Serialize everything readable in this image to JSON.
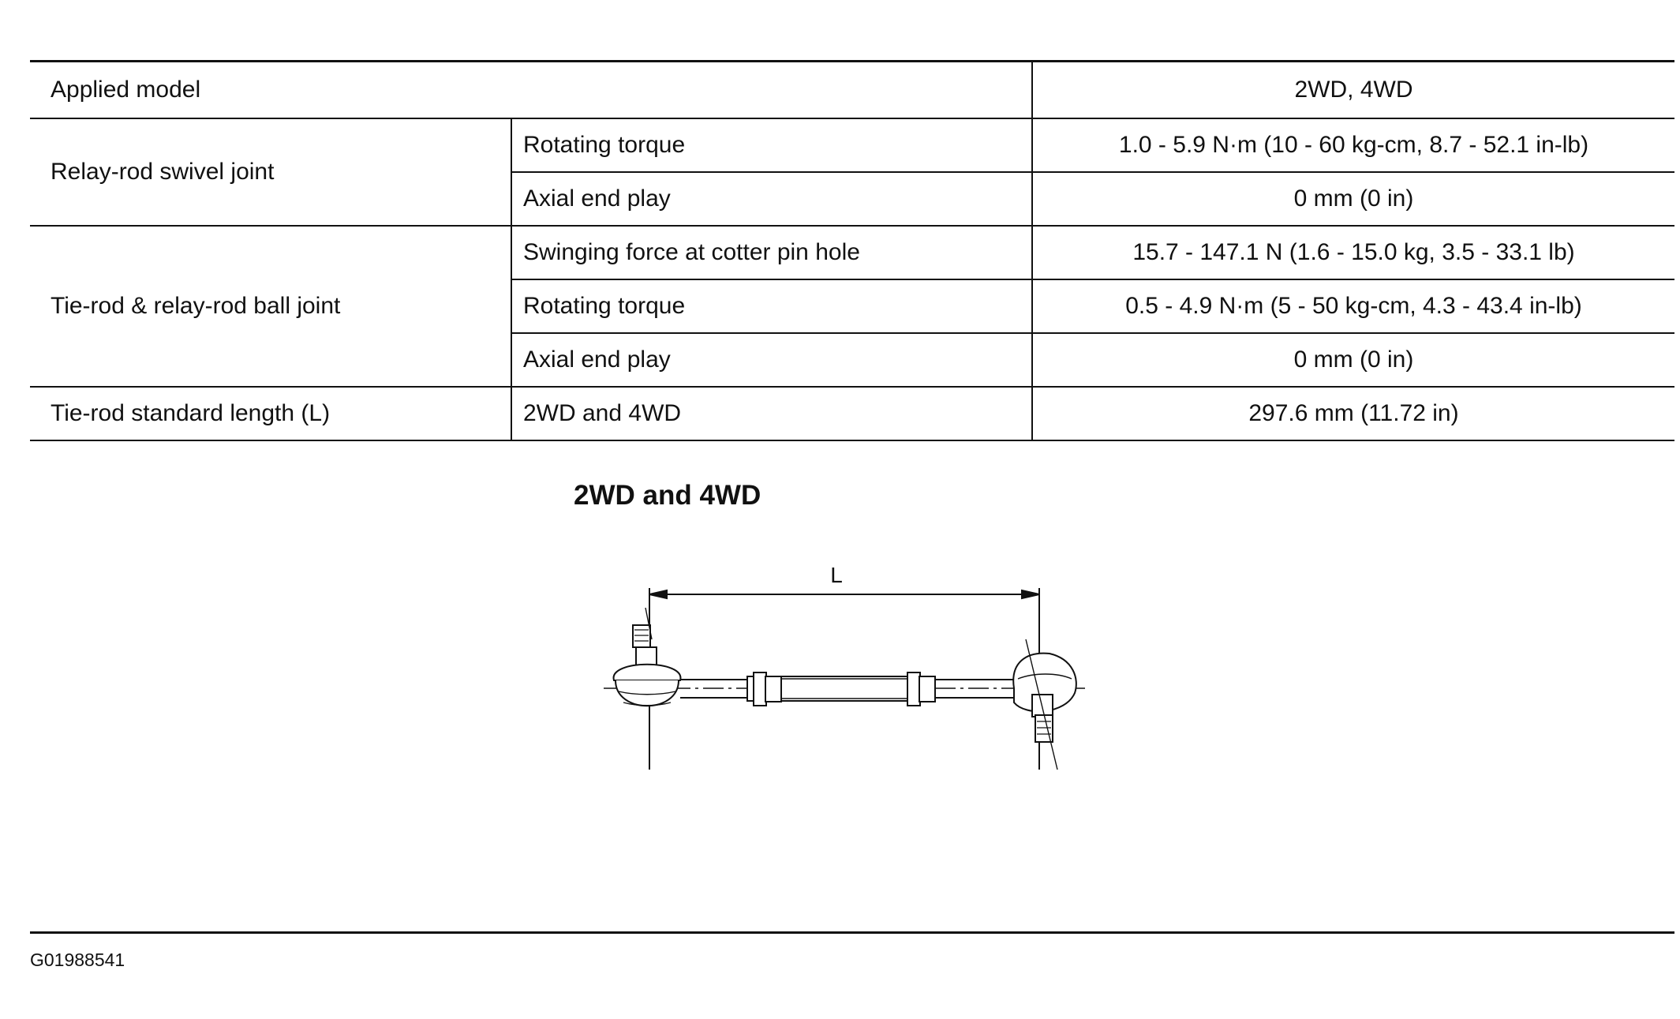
{
  "table": {
    "rows": [
      {
        "col1": "Applied model",
        "col2": "",
        "col3": "2WD, 4WD"
      },
      {
        "col1": "Relay-rod swivel joint",
        "col2": "Rotating torque",
        "col3": "1.0 - 5.9 N·m (10 - 60 kg-cm, 8.7 - 52.1 in-lb)"
      },
      {
        "col1": "",
        "col2": "Axial end play",
        "col3": "0 mm (0 in)"
      },
      {
        "col1": "Tie-rod & relay-rod ball joint",
        "col2": "Swinging force at cotter pin hole",
        "col3": "15.7 - 147.1 N (1.6 - 15.0 kg, 3.5 - 33.1 lb)"
      },
      {
        "col1": "",
        "col2": "Rotating torque",
        "col3": "0.5 - 4.9 N·m (5 - 50 kg-cm, 4.3 - 43.4 in-lb)"
      },
      {
        "col1": "",
        "col2": "Axial end play",
        "col3": "0 mm (0 in)"
      },
      {
        "col1": "Tie-rod standard length (L)",
        "col2": "2WD and 4WD",
        "col3": "297.6 mm (11.72 in)"
      }
    ]
  },
  "figure": {
    "title": "2WD and 4WD",
    "dimension_label": "L"
  },
  "footer": {
    "doc_id": "G01988541"
  }
}
